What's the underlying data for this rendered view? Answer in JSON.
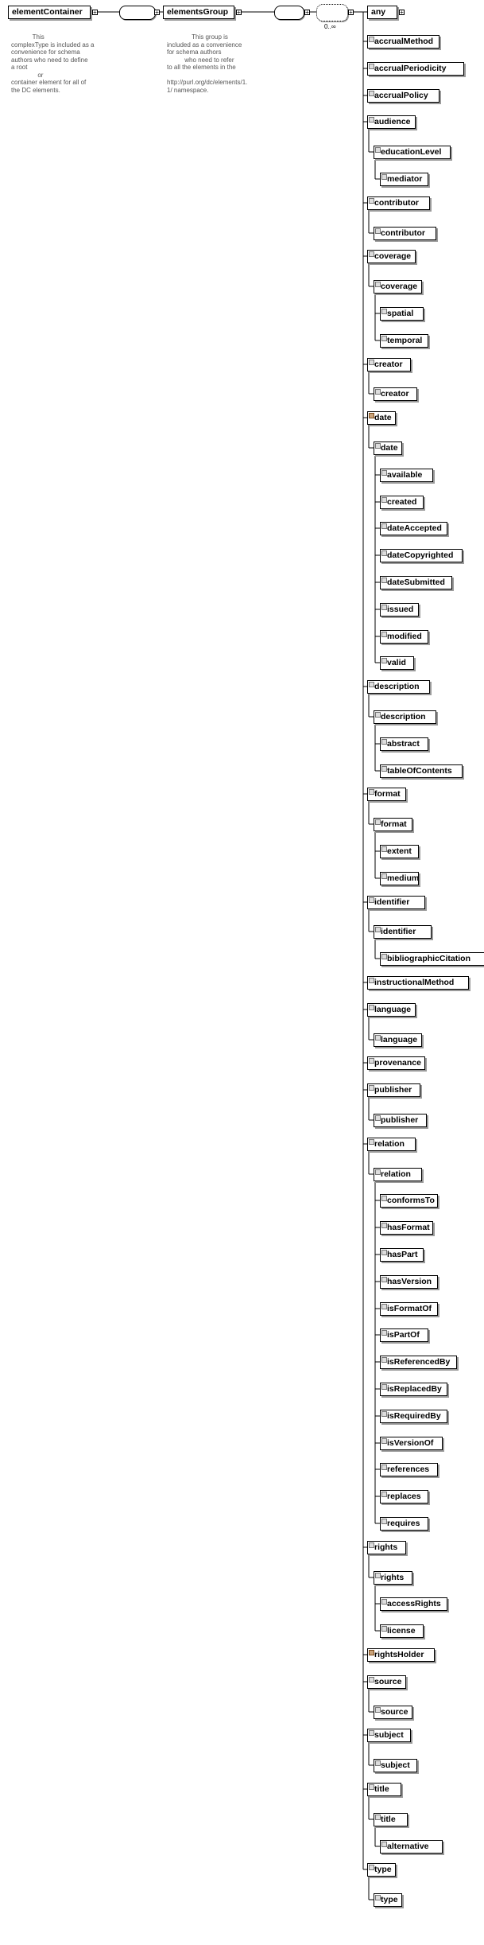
{
  "root": {
    "label": "elementContainer",
    "doc": "            This\ncomplexType is included as a\nconvenience for schema\nauthors who need to define\na root\n               or\ncontainer element for all of\nthe DC elements."
  },
  "group": {
    "label": "elementsGroup",
    "doc": "              This group is\nincluded as a convenience\nfor schema authors\n          who need to refer\nto all the elements in the\n\nhttp://purl.org/dc/elements/1.\n1/ namespace."
  },
  "choice_cardinality": "0..∞",
  "any_label": "any",
  "groups": [
    {
      "label": "accrualMethod",
      "children": []
    },
    {
      "label": "accrualPeriodicity",
      "children": []
    },
    {
      "label": "accrualPolicy",
      "children": []
    },
    {
      "label": "audience",
      "children": [
        "educationLevel",
        "mediator"
      ]
    },
    {
      "label": "contributor",
      "children": [
        "contributor"
      ]
    },
    {
      "label": "coverage",
      "children": [
        "coverage",
        "spatial",
        "temporal"
      ]
    },
    {
      "label": "creator",
      "children": [
        "creator"
      ]
    },
    {
      "label": "date",
      "children": [
        "date",
        "available",
        "created",
        "dateAccepted",
        "dateCopyrighted",
        "dateSubmitted",
        "issued",
        "modified",
        "valid"
      ]
    },
    {
      "label": "description",
      "children": [
        "description",
        "abstract",
        "tableOfContents"
      ]
    },
    {
      "label": "format",
      "children": [
        "format",
        "extent",
        "medium"
      ]
    },
    {
      "label": "identifier",
      "children": [
        "identifier",
        "bibliographicCitation"
      ]
    },
    {
      "label": "instructionalMethod",
      "children": []
    },
    {
      "label": "language",
      "children": [
        "language"
      ]
    },
    {
      "label": "provenance",
      "children": []
    },
    {
      "label": "publisher",
      "children": [
        "publisher"
      ]
    },
    {
      "label": "relation",
      "children": [
        "relation",
        "conformsTo",
        "hasFormat",
        "hasPart",
        "hasVersion",
        "isFormatOf",
        "isPartOf",
        "isReferencedBy",
        "isReplacedBy",
        "isRequiredBy",
        "isVersionOf",
        "references",
        "replaces",
        "requires"
      ]
    },
    {
      "label": "rights",
      "children": [
        "rights",
        "accessRights",
        "license"
      ]
    },
    {
      "label": "rightsHolder",
      "children": []
    },
    {
      "label": "source",
      "children": [
        "source"
      ]
    },
    {
      "label": "subject",
      "children": [
        "subject"
      ]
    },
    {
      "label": "title",
      "children": [
        "title",
        "alternative"
      ]
    },
    {
      "label": "type",
      "children": [
        "type"
      ]
    }
  ]
}
